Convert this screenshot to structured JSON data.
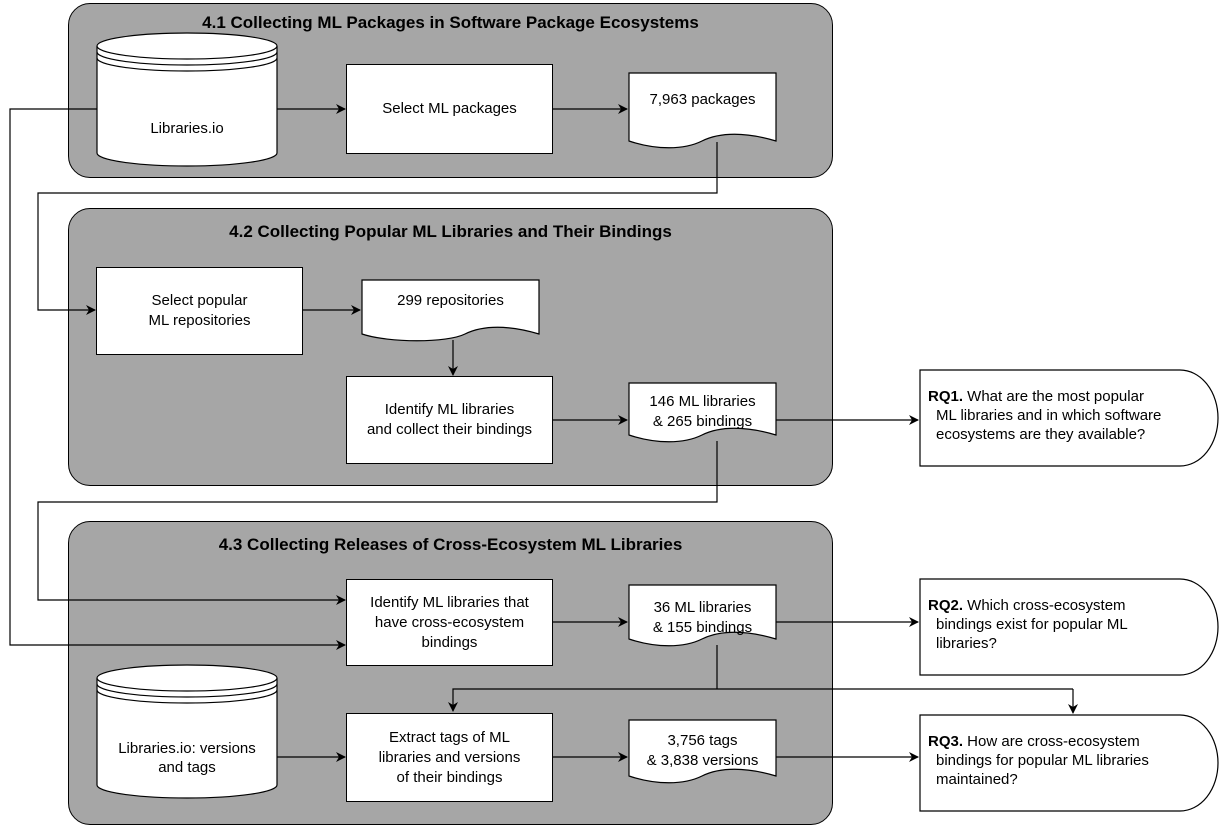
{
  "sections": {
    "s1_title": "4.1 Collecting ML Packages in Software Package Ecosystems",
    "s2_title": "4.2 Collecting Popular ML Libraries and Their Bindings",
    "s3_title": "4.3 Collecting Releases of Cross-Ecosystem ML Libraries"
  },
  "nodes": {
    "librariesio": "Libraries.io",
    "select_ml_packages": "Select ML packages",
    "packages_doc": "7,963 packages",
    "select_popular_line1": "Select popular",
    "select_popular_line2": "ML repositories",
    "repos_doc": "299 repositories",
    "identify_libs_line1": "Identify ML libraries",
    "identify_libs_line2": "and collect their bindings",
    "libs_doc_line1": "146 ML libraries",
    "libs_doc_line2": "& 265 bindings",
    "identify_cross_line1": "Identify ML libraries that",
    "identify_cross_line2": "have cross-ecosystem",
    "identify_cross_line3": "bindings",
    "cross_doc_line1": "36 ML libraries",
    "cross_doc_line2": "& 155 bindings",
    "versions_db_line1": "Libraries.io: versions",
    "versions_db_line2": "and tags",
    "extract_line1": "Extract tags of ML",
    "extract_line2": "libraries and versions",
    "extract_line3": "of their bindings",
    "tags_doc_line1": "3,756 tags",
    "tags_doc_line2": "& 3,838 versions"
  },
  "research_questions": {
    "rq1_label": "RQ1.",
    "rq1_line1": " What are the most popular",
    "rq1_line2": "ML libraries and in which software",
    "rq1_line3": "ecosystems are they available?",
    "rq2_label": "RQ2.",
    "rq2_line1": " Which cross-ecosystem",
    "rq2_line2": "bindings exist for popular ML",
    "rq2_line3": "libraries?",
    "rq3_label": "RQ3.",
    "rq3_line1": " How are cross-ecosystem",
    "rq3_line2": "bindings for popular ML libraries",
    "rq3_line3": "maintained?"
  },
  "colors": {
    "section_fill": "#a6a6a6",
    "node_fill": "#ffffff",
    "stroke": "#000000"
  }
}
